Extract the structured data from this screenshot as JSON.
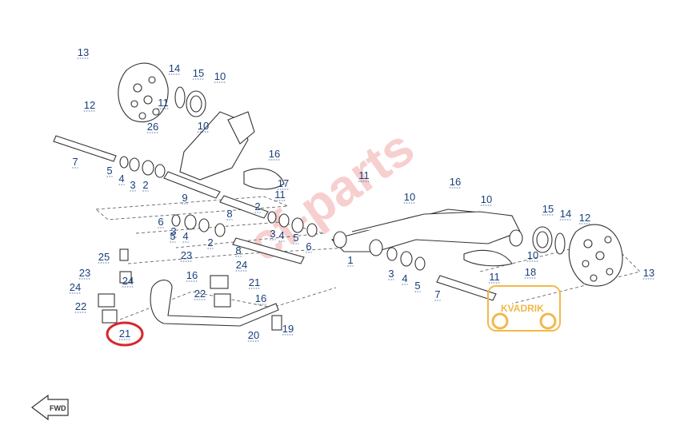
{
  "diagram": {
    "callouts": [
      {
        "id": "c13a",
        "label": "13"
      },
      {
        "id": "c14a",
        "label": "14"
      },
      {
        "id": "c15a",
        "label": "15"
      },
      {
        "id": "c10a",
        "label": "10"
      },
      {
        "id": "c11a",
        "label": "11"
      },
      {
        "id": "c12a",
        "label": "12"
      },
      {
        "id": "c26",
        "label": "26"
      },
      {
        "id": "c10b",
        "label": "10"
      },
      {
        "id": "c16a",
        "label": "16"
      },
      {
        "id": "c7a",
        "label": "7"
      },
      {
        "id": "c5a",
        "label": "5"
      },
      {
        "id": "c4a",
        "label": "4"
      },
      {
        "id": "c3a",
        "label": "3"
      },
      {
        "id": "c2a",
        "label": "2"
      },
      {
        "id": "c17",
        "label": "17"
      },
      {
        "id": "c11b",
        "label": "11"
      },
      {
        "id": "c9",
        "label": "9"
      },
      {
        "id": "c8a",
        "label": "8"
      },
      {
        "id": "c2b",
        "label": "2"
      },
      {
        "id": "c11c",
        "label": "11"
      },
      {
        "id": "c10c",
        "label": "10"
      },
      {
        "id": "c16b",
        "label": "16"
      },
      {
        "id": "c10d",
        "label": "10"
      },
      {
        "id": "c6a",
        "label": "6"
      },
      {
        "id": "c3b",
        "label": "3"
      },
      {
        "id": "c4b",
        "label": "4"
      },
      {
        "id": "c5b",
        "label": "5"
      },
      {
        "id": "c4c",
        "label": "4"
      },
      {
        "id": "c3c",
        "label": "3"
      },
      {
        "id": "c5c",
        "label": "5"
      },
      {
        "id": "c2c",
        "label": "2"
      },
      {
        "id": "c8b",
        "label": "8"
      },
      {
        "id": "c6b",
        "label": "6"
      },
      {
        "id": "c1",
        "label": "1"
      },
      {
        "id": "c15b",
        "label": "15"
      },
      {
        "id": "c14b",
        "label": "14"
      },
      {
        "id": "c12b",
        "label": "12"
      },
      {
        "id": "c10e",
        "label": "10"
      },
      {
        "id": "c13b",
        "label": "13"
      },
      {
        "id": "c18",
        "label": "18"
      },
      {
        "id": "c25",
        "label": "25"
      },
      {
        "id": "c23a",
        "label": "23"
      },
      {
        "id": "c24a",
        "label": "24"
      },
      {
        "id": "c24b",
        "label": "24"
      },
      {
        "id": "c22a",
        "label": "22"
      },
      {
        "id": "c23b",
        "label": "23"
      },
      {
        "id": "c24c",
        "label": "24"
      },
      {
        "id": "c16c",
        "label": "16"
      },
      {
        "id": "c21a",
        "label": "21"
      },
      {
        "id": "c22b",
        "label": "22"
      },
      {
        "id": "c16d",
        "label": "16"
      },
      {
        "id": "c3d",
        "label": "3"
      },
      {
        "id": "c4d",
        "label": "4"
      },
      {
        "id": "c5d",
        "label": "5"
      },
      {
        "id": "c7b",
        "label": "7"
      },
      {
        "id": "c11d",
        "label": "11"
      },
      {
        "id": "c19",
        "label": "19"
      },
      {
        "id": "c20",
        "label": "20"
      },
      {
        "id": "c21b",
        "label": "21"
      }
    ],
    "highlight_label": "21",
    "fwd_label": "FWD",
    "watermark_text": "cf-parts",
    "logo_text": "KVADRIK"
  },
  "colors": {
    "callout": "#1a3f7a",
    "highlight": "#d9262b",
    "watermark": "#f2a8a8",
    "logo": "#f2b84a"
  }
}
